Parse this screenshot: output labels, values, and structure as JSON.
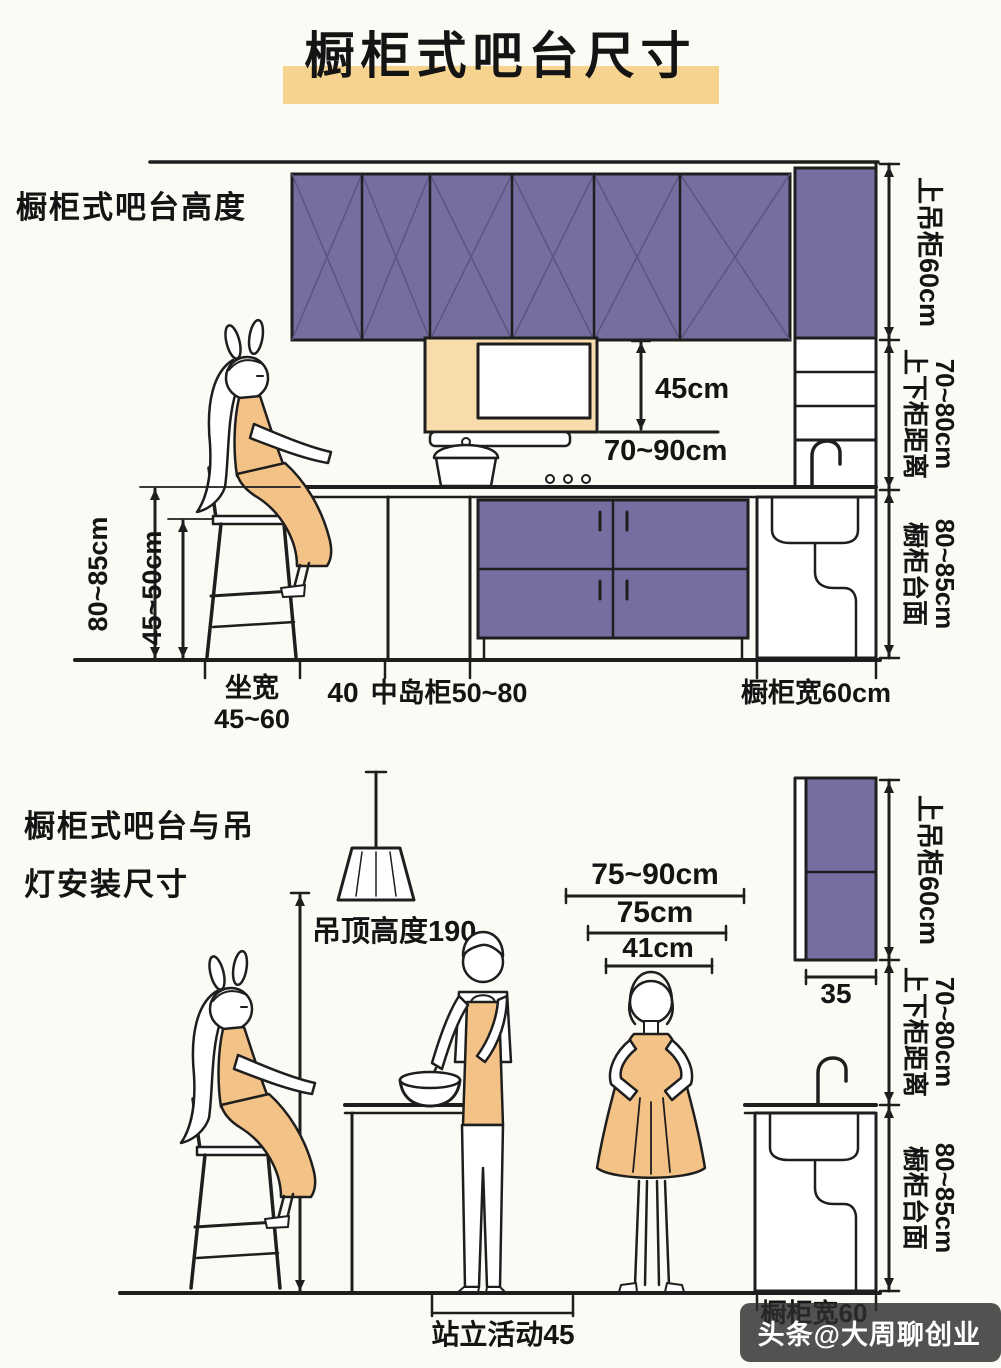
{
  "title": "橱柜式吧台尺寸",
  "watermark": "头条@大周聊创业",
  "colors": {
    "cabinet_purple": "#756fa1",
    "figure_peach": "#f3c286",
    "hood_peach": "#f8dcab",
    "title_highlight": "#f6d38e"
  },
  "section1": {
    "heading": "橱柜式吧台高度",
    "dims": {
      "hood_height": "45cm",
      "hood_to_counter": "70~90cm",
      "stool_total_height": "80~85cm",
      "seat_height": "45~50cm",
      "seat_width_label": "坐宽",
      "seat_width_value": "45~60",
      "knee_gap": "40",
      "island_depth": "中岛柜50~80",
      "cabinet_width": "橱柜宽60cm",
      "upper_cabinet": "上吊柜60cm",
      "upper_lower_gap_label": "上下柜距离",
      "upper_lower_gap_value": "70~80cm",
      "countertop_label": "橱柜台面",
      "countertop_value": "80~85cm"
    }
  },
  "section2": {
    "heading_line1": "橱柜式吧台与吊",
    "heading_line2": "灯安装尺寸",
    "dims": {
      "ceiling_height": "吊顶高度190",
      "width_range": "75~90cm",
      "width_75": "75cm",
      "width_41": "41cm",
      "cabinet_depth": "35",
      "upper_cabinet": "上吊柜60cm",
      "upper_lower_gap_label": "上下柜距离",
      "upper_lower_gap_value": "70~80cm",
      "countertop_label": "橱柜台面",
      "countertop_value": "80~85cm",
      "standing_zone": "站立活动45",
      "cabinet_width": "橱柜宽60"
    }
  }
}
